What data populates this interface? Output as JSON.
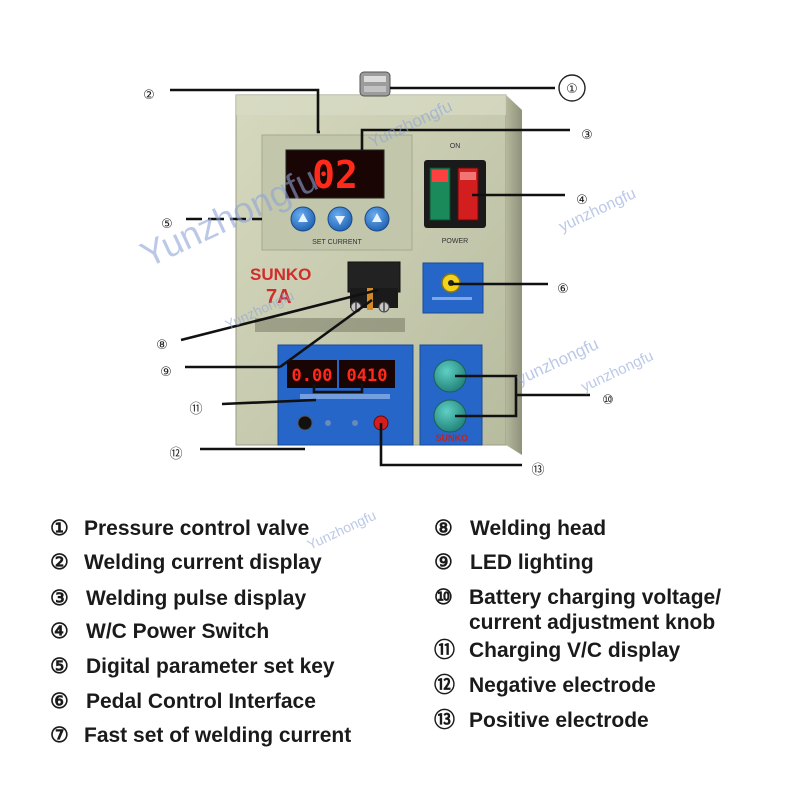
{
  "device": {
    "brand": "SUNKO",
    "brand_footer": "SUNKO",
    "model_partial": "7A",
    "welding_display": "02",
    "charging_display_left": "0.00",
    "charging_display_right": "0410",
    "set_current_label": "SET CURRENT",
    "power_label": "POWER",
    "on_label": "ON"
  },
  "markers": [
    {
      "id": 1,
      "symbol": "①"
    },
    {
      "id": 2,
      "symbol": "②"
    },
    {
      "id": 3,
      "symbol": "③"
    },
    {
      "id": 4,
      "symbol": "④"
    },
    {
      "id": 5,
      "symbol": "⑤"
    },
    {
      "id": 6,
      "symbol": "⑥"
    },
    {
      "id": 8,
      "symbol": "⑧"
    },
    {
      "id": 9,
      "symbol": "⑨"
    },
    {
      "id": 10,
      "symbol": "⑩"
    },
    {
      "id": 11,
      "symbol": "⑪"
    },
    {
      "id": 12,
      "symbol": "⑫"
    },
    {
      "id": 13,
      "symbol": "⑬"
    }
  ],
  "legend": {
    "left": [
      {
        "symbol": "①",
        "text": "Pressure control valve"
      },
      {
        "symbol": "②",
        "text": "Welding current display"
      },
      {
        "symbol": "③",
        "text": "Welding pulse display"
      },
      {
        "symbol": "④",
        "text": "W/C Power Switch"
      },
      {
        "symbol": "⑤",
        "text": "Digital parameter set key"
      },
      {
        "symbol": "⑥",
        "text": "Pedal Control Interface"
      },
      {
        "symbol": "⑦",
        "text": "Fast set of welding current"
      }
    ],
    "right": [
      {
        "symbol": "⑧",
        "text": "Welding head"
      },
      {
        "symbol": "⑨",
        "text": "LED lighting"
      },
      {
        "symbol": "⑩",
        "text": "Battery charging voltage/",
        "text2": "current  adjustment knob"
      },
      {
        "symbol": "⑪",
        "text": "Charging V/C display"
      },
      {
        "symbol": "⑫",
        "text": "Negative electrode"
      },
      {
        "symbol": "⑬",
        "text": "Positive electrode"
      }
    ]
  },
  "watermarks": [
    "Yunzhongfu",
    "Yunzhongfu",
    "yunzhongfu",
    "Yunzhongfu",
    "Yunzhongfu",
    "yunzhongfu",
    "yunzhongfu"
  ],
  "colors": {
    "panel": "#c9cdb0",
    "panel_dark": "#a9ad92",
    "led_red": "#ff2a1a",
    "button_blue": "#2f7fd4",
    "teal_knob": "#2fa39a",
    "blue_panel": "#2566c8"
  }
}
